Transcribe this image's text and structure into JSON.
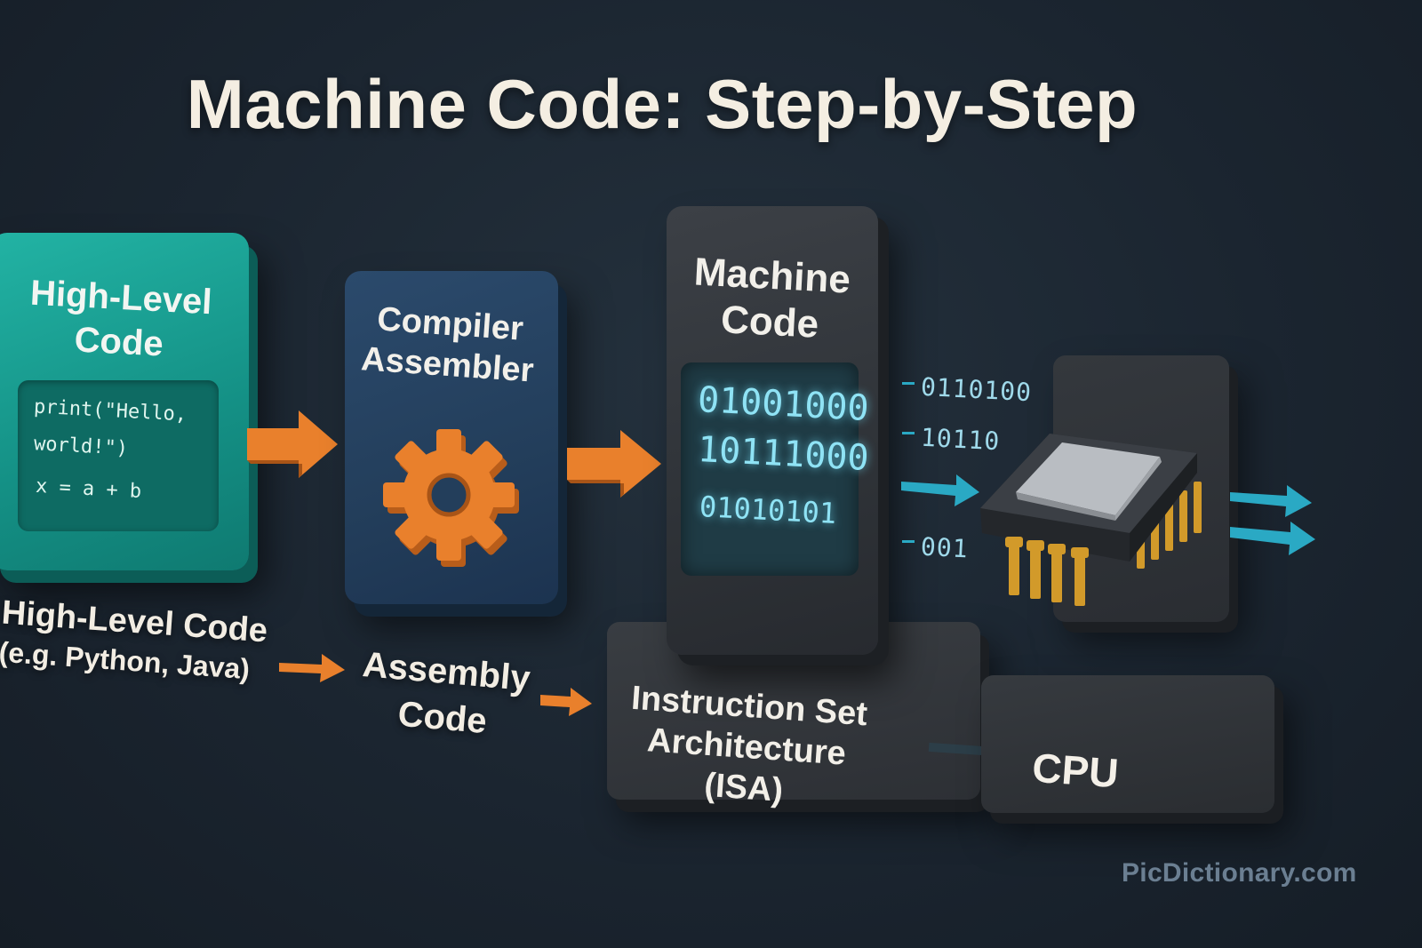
{
  "title": "Machine Code: Step-by-Step",
  "high_level": {
    "title_line1": "High-Level",
    "title_line2": "Code",
    "code_lines": [
      "print(\"Hello,",
      "world!\")",
      "x = a + b"
    ],
    "caption_line1": "High-Level Code",
    "caption_line2": "(e.g. Python, Java)"
  },
  "compiler": {
    "title_line1": "Compiler",
    "title_line2": "Assembler",
    "icon": "gear-icon",
    "caption_line1": "Assembly",
    "caption_line2": "Code"
  },
  "machine_code": {
    "title_line1": "Machine",
    "title_line2": "Code",
    "binary": [
      "01001000",
      "10111000",
      "01010101"
    ],
    "stream": [
      "0110100",
      "10110",
      "001"
    ]
  },
  "isa": {
    "label_line1": "Instruction Set",
    "label_line2": "Architecture (ISA)"
  },
  "cpu": {
    "label": "CPU",
    "icon": "cpu-chip-icon"
  },
  "watermark": "PicDictionary.com",
  "colors": {
    "background": "#1b2530",
    "teal": "#149085",
    "navy": "#233e5b",
    "orange": "#e9802c",
    "cyan": "#2aa9c4",
    "dark_block": "#2f3338",
    "gold_pins": "#d29a2a"
  }
}
